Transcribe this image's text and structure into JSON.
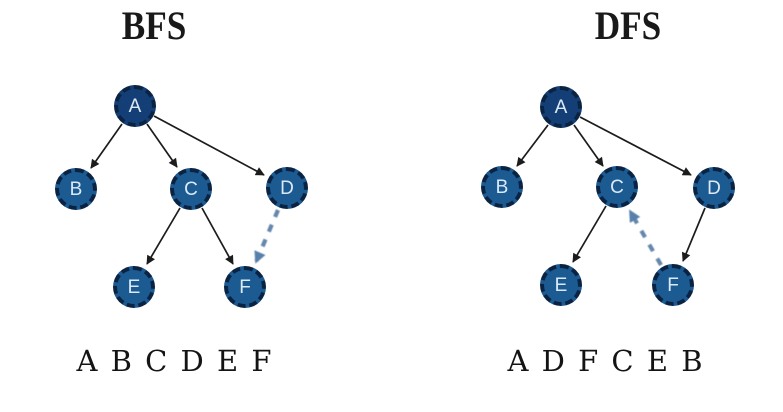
{
  "colors": {
    "background": "#ffffff",
    "node_fill": "#1c5a92",
    "root_node_fill": "#143f76",
    "node_border": "#0b2342",
    "node_label": "#dce9f7",
    "solid_edge": "#1c1c1c",
    "dashed_edge": "#5d81a7",
    "text": "#141414"
  },
  "bfs": {
    "title": "BFS",
    "order": "A B C D E F",
    "nodes": [
      {
        "id": "A",
        "label": "A"
      },
      {
        "id": "B",
        "label": "B"
      },
      {
        "id": "C",
        "label": "C"
      },
      {
        "id": "D",
        "label": "D"
      },
      {
        "id": "E",
        "label": "E"
      },
      {
        "id": "F",
        "label": "F"
      }
    ],
    "edges": [
      {
        "from": "A",
        "to": "B",
        "style": "solid"
      },
      {
        "from": "A",
        "to": "C",
        "style": "solid"
      },
      {
        "from": "A",
        "to": "D",
        "style": "solid"
      },
      {
        "from": "C",
        "to": "E",
        "style": "solid"
      },
      {
        "from": "C",
        "to": "F",
        "style": "solid"
      },
      {
        "from": "D",
        "to": "F",
        "style": "dashed"
      }
    ]
  },
  "dfs": {
    "title": "DFS",
    "order": "A D F C E B",
    "nodes": [
      {
        "id": "A",
        "label": "A"
      },
      {
        "id": "B",
        "label": "B"
      },
      {
        "id": "C",
        "label": "C"
      },
      {
        "id": "D",
        "label": "D"
      },
      {
        "id": "E",
        "label": "E"
      },
      {
        "id": "F",
        "label": "F"
      }
    ],
    "edges": [
      {
        "from": "A",
        "to": "B",
        "style": "solid"
      },
      {
        "from": "A",
        "to": "C",
        "style": "solid"
      },
      {
        "from": "A",
        "to": "D",
        "style": "solid"
      },
      {
        "from": "C",
        "to": "E",
        "style": "solid"
      },
      {
        "from": "D",
        "to": "F",
        "style": "solid"
      },
      {
        "from": "F",
        "to": "C",
        "style": "dashed"
      }
    ]
  }
}
